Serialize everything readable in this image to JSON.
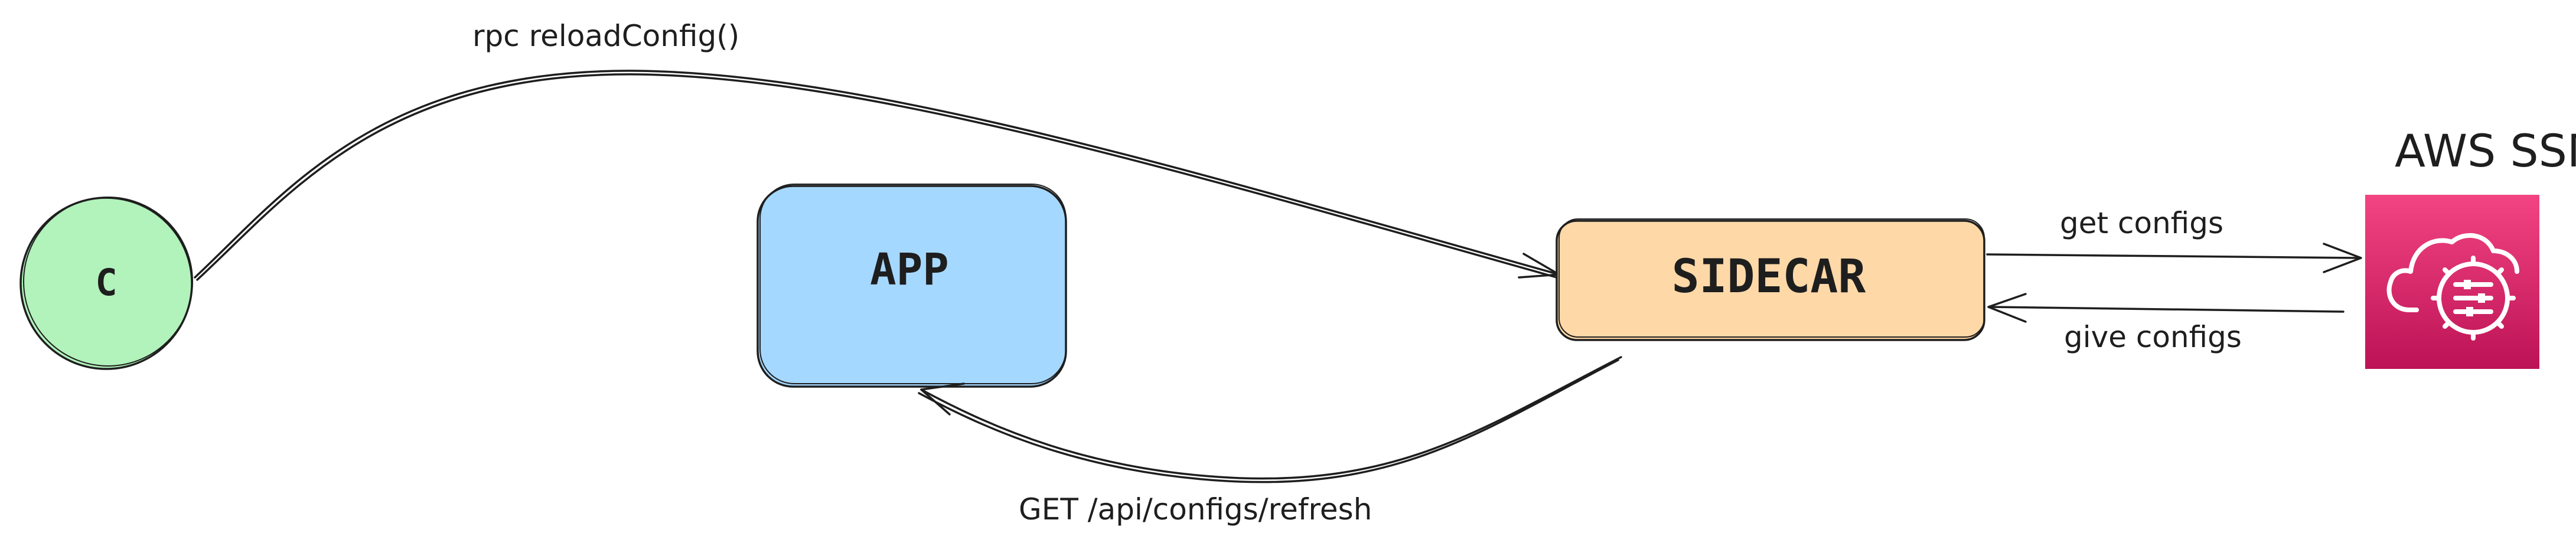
{
  "nodes": {
    "client": {
      "label": "C",
      "fill": "#b2f2bb"
    },
    "app": {
      "label": "APP",
      "fill": "#a5d8ff"
    },
    "sidecar": {
      "label": "SIDECAR",
      "fill": "#ffd8a8"
    },
    "ssm": {
      "label": "AWS SSM",
      "fill_top": "#f34482",
      "fill_bottom": "#bc1356",
      "icon": "aws-systems-manager-icon"
    }
  },
  "edges": {
    "rpc": {
      "label": "rpc reloadConfig()"
    },
    "get_configs": {
      "label": "get configs"
    },
    "give_configs": {
      "label": "give configs"
    },
    "refresh": {
      "label": "GET /api/configs/refresh"
    }
  }
}
